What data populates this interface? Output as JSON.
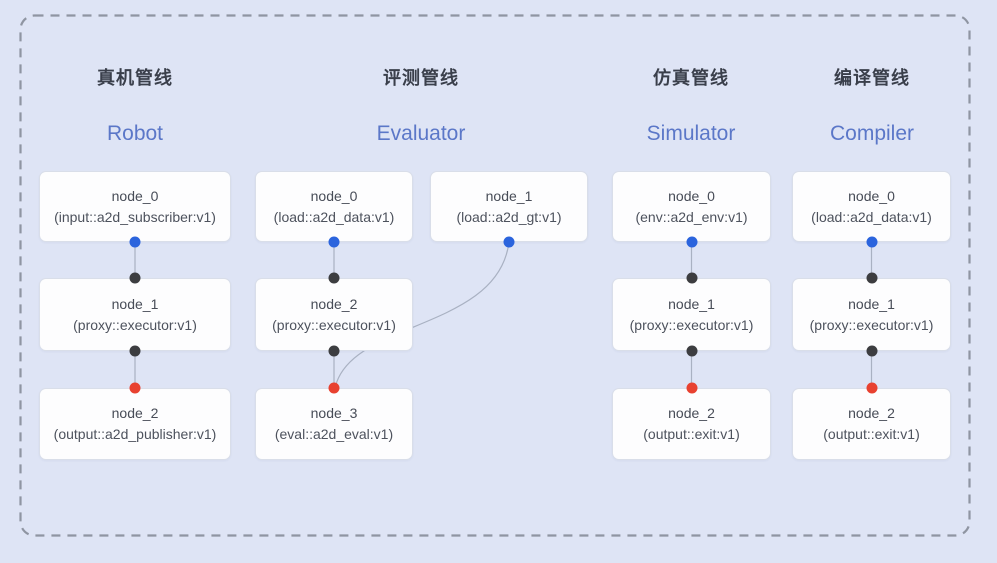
{
  "diagram": {
    "background": "#dee4f5",
    "frame_border_color": "#8f95a2",
    "colors": {
      "blue_port": "#2b64dd",
      "red_port": "#e84130",
      "black_port": "#3c3d40",
      "edge_line": "#a9b1c2",
      "subtitle_blue": "#5b77c8",
      "title_dark": "#3a3f4b",
      "node_fill": "#fdfdfe",
      "node_border": "#d9dee9"
    },
    "pipelines": [
      {
        "title": "真机管线",
        "subtitle": "Robot",
        "nodes": [
          {
            "name": "node_0",
            "type": "(input::a2d_subscriber:v1)",
            "out_port": "blue"
          },
          {
            "name": "node_1",
            "type": "(proxy::executor:v1)",
            "in_port": "black",
            "out_port": "black"
          },
          {
            "name": "node_2",
            "type": "(output::a2d_publisher:v1)",
            "in_port": "red"
          }
        ],
        "edges": [
          {
            "from": 0,
            "to": 1
          },
          {
            "from": 1,
            "to": 2
          }
        ]
      },
      {
        "title": "评测管线",
        "subtitle": "Evaluator",
        "nodes": [
          {
            "name": "node_0",
            "type": "(load::a2d_data:v1)",
            "out_port": "blue"
          },
          {
            "name": "node_1",
            "type": "(load::a2d_gt:v1)",
            "out_port": "blue"
          },
          {
            "name": "node_2",
            "type": "(proxy::executor:v1)",
            "in_port": "black",
            "out_port": "black"
          },
          {
            "name": "node_3",
            "type": "(eval::a2d_eval:v1)",
            "in_port": "red"
          }
        ],
        "edges": [
          {
            "from": 0,
            "to": 2
          },
          {
            "from": 1,
            "to": 3,
            "curved": true
          },
          {
            "from": 2,
            "to": 3
          }
        ]
      },
      {
        "title": "仿真管线",
        "subtitle": "Simulator",
        "nodes": [
          {
            "name": "node_0",
            "type": "(env::a2d_env:v1)",
            "out_port": "blue"
          },
          {
            "name": "node_1",
            "type": "(proxy::executor:v1)",
            "in_port": "black",
            "out_port": "black"
          },
          {
            "name": "node_2",
            "type": "(output::exit:v1)",
            "in_port": "red"
          }
        ],
        "edges": [
          {
            "from": 0,
            "to": 1
          },
          {
            "from": 1,
            "to": 2
          }
        ]
      },
      {
        "title": "编译管线",
        "subtitle": "Compiler",
        "nodes": [
          {
            "name": "node_0",
            "type": "(load::a2d_data:v1)",
            "out_port": "blue"
          },
          {
            "name": "node_1",
            "type": "(proxy::executor:v1)",
            "in_port": "black",
            "out_port": "black"
          },
          {
            "name": "node_2",
            "type": "(output::exit:v1)",
            "in_port": "red"
          }
        ],
        "edges": [
          {
            "from": 0,
            "to": 1
          },
          {
            "from": 1,
            "to": 2
          }
        ]
      }
    ]
  }
}
